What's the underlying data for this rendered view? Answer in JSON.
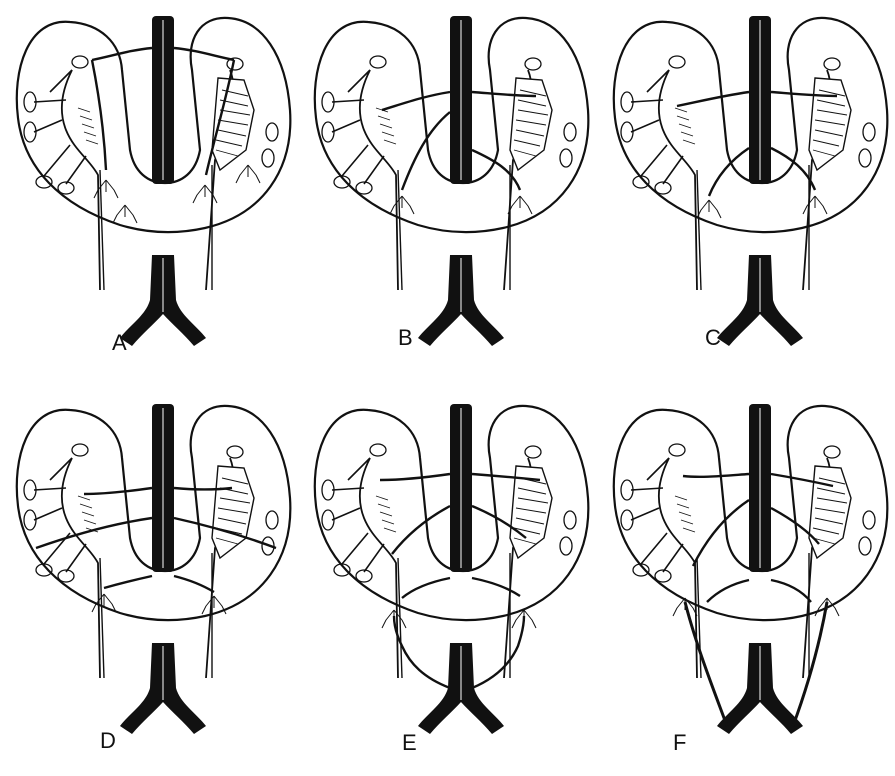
{
  "figure": {
    "panels": [
      {
        "label": "A"
      },
      {
        "label": "B"
      },
      {
        "label": "C"
      },
      {
        "label": "D"
      },
      {
        "label": "E"
      },
      {
        "label": "F"
      }
    ]
  },
  "colors": {
    "ink": "#111111",
    "paper": "#ffffff"
  }
}
